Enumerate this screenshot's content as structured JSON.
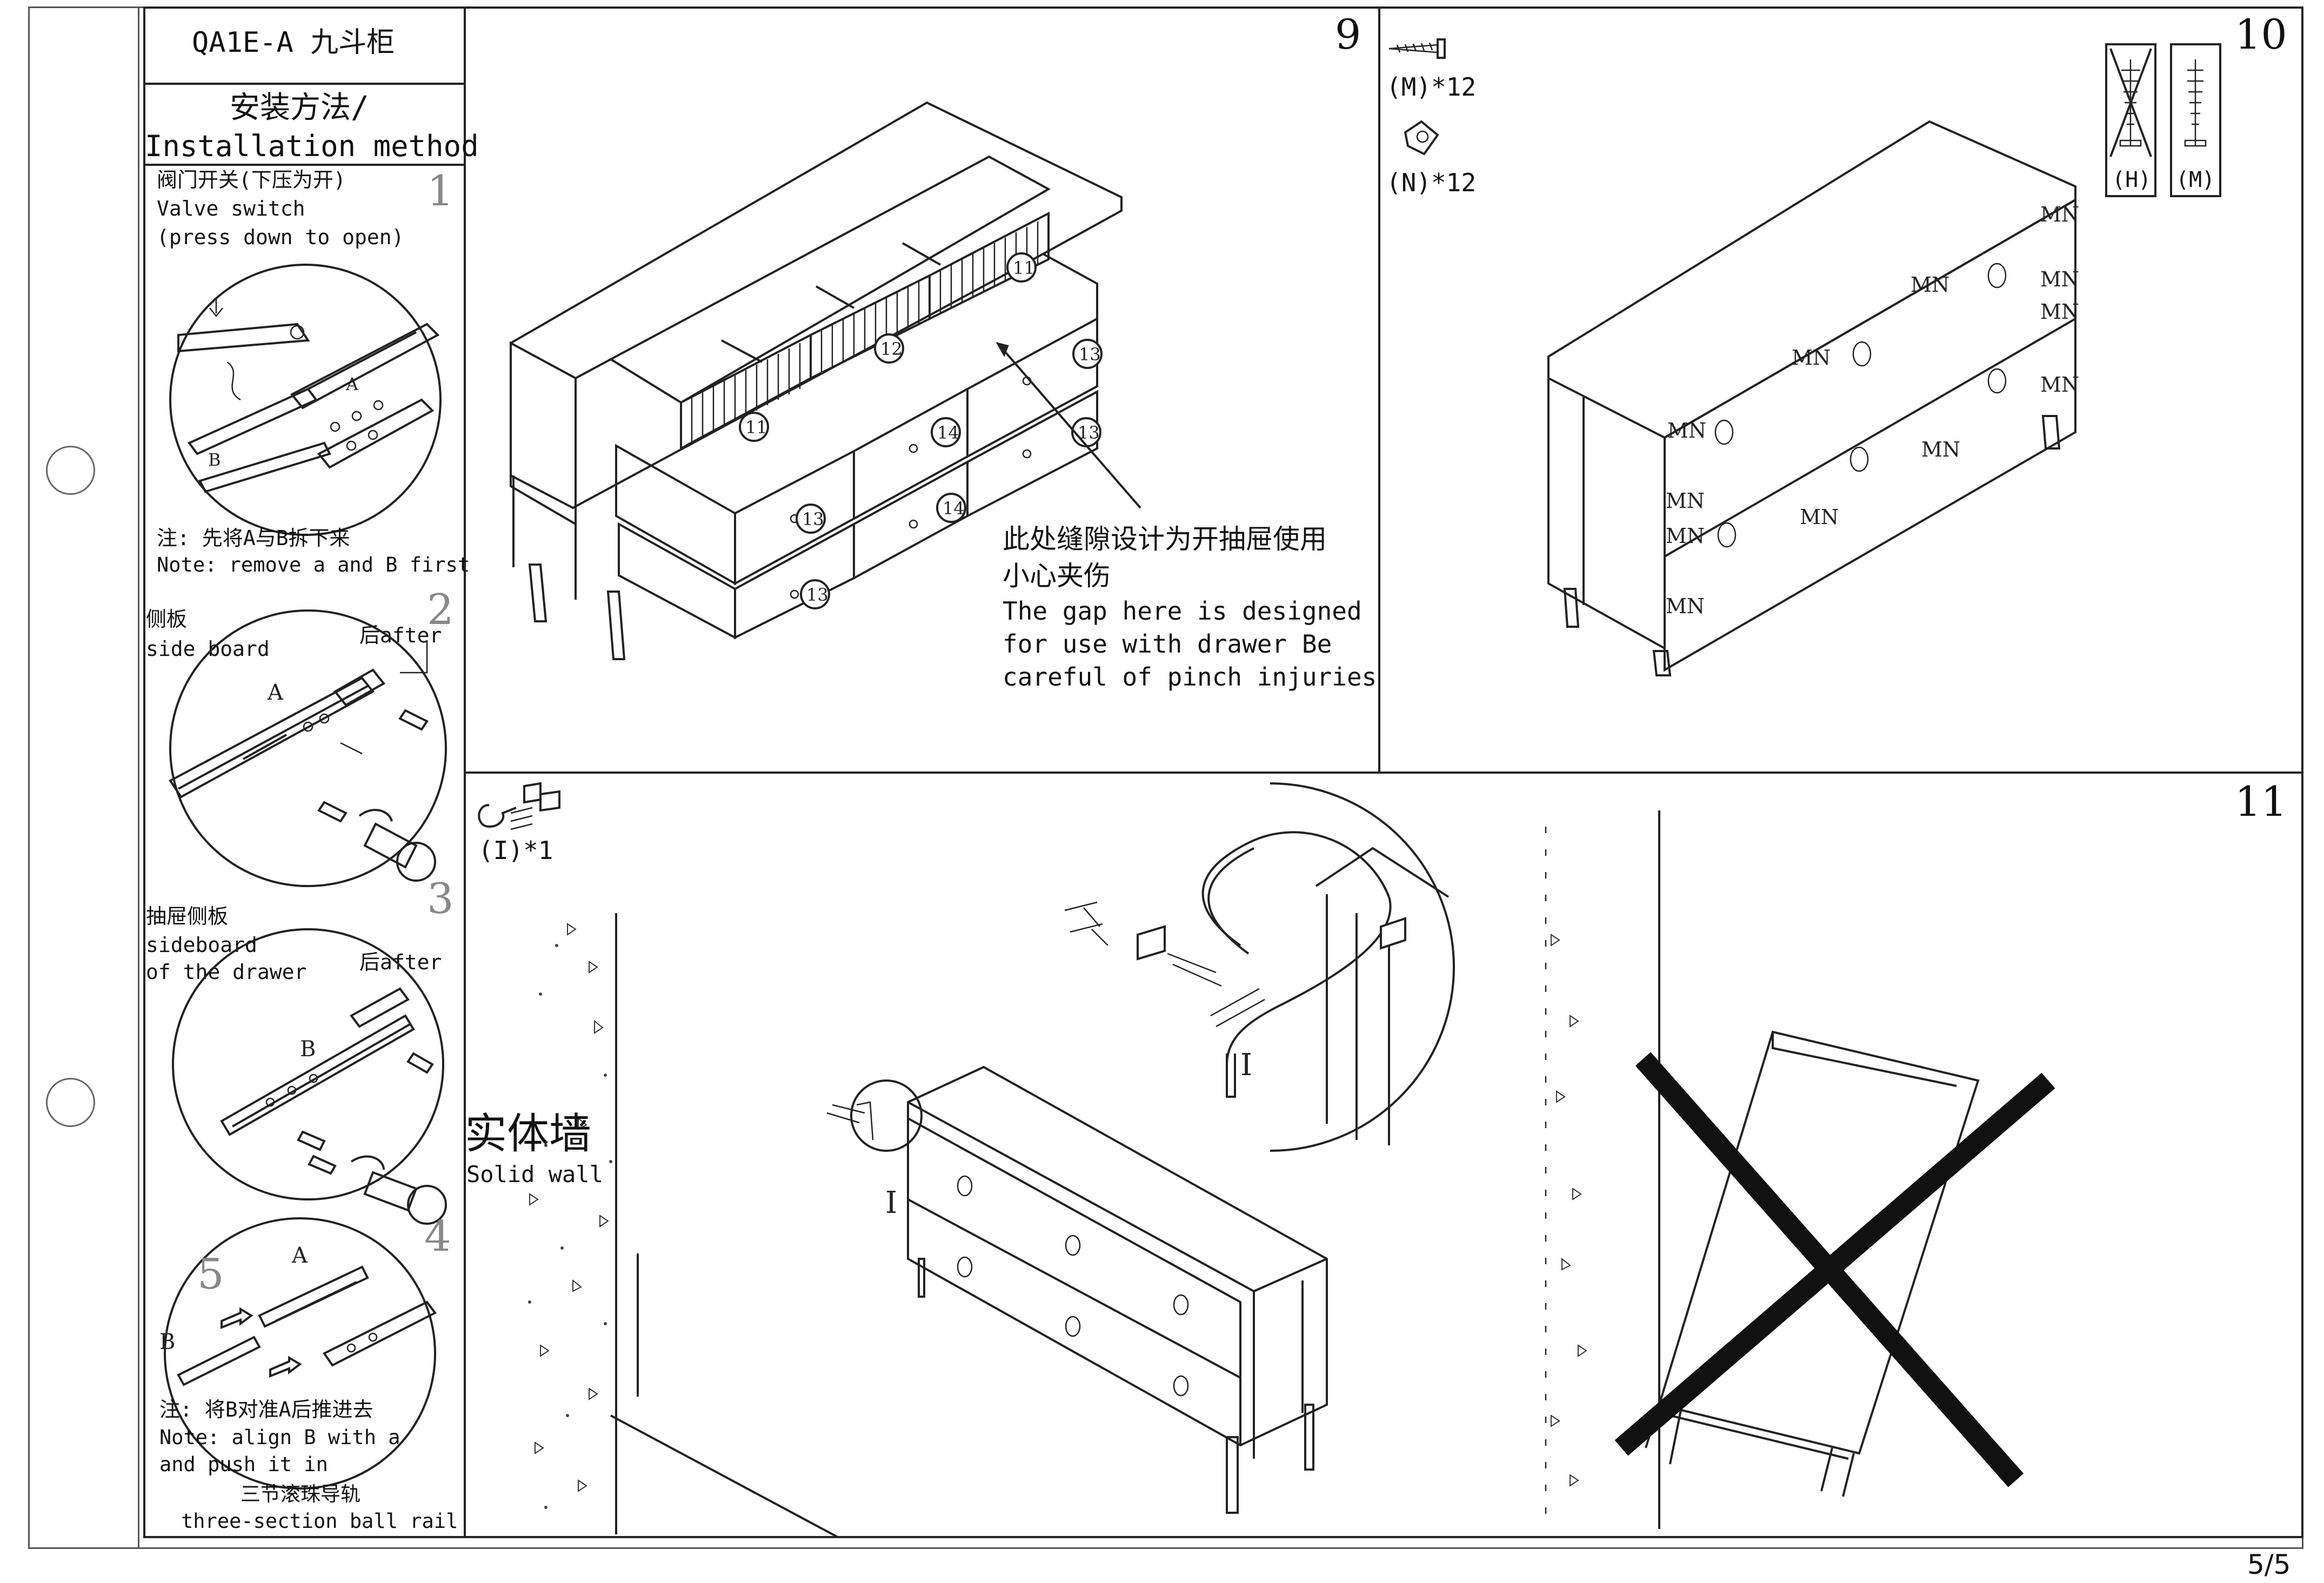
{
  "header": {
    "model": "QA1E-A 九斗柜",
    "method_cn": "安装方法/",
    "method_en": "Installation method"
  },
  "side_steps": [
    {
      "num": "1",
      "cn": "阀门开关(下压为开)",
      "en1": "Valve switch",
      "en2": "(press down to open)",
      "label_a": "A",
      "label_b": "B",
      "note_cn": "注: 先将A与B拆下来",
      "note_en": "Note: remove a and B first"
    },
    {
      "num": "2",
      "cn": "侧板",
      "en": "side board",
      "after": "后after",
      "label_a": "A"
    },
    {
      "num": "3",
      "cn": "抽屉侧板",
      "en1": "sideboard",
      "en2": "of the drawer",
      "after": "后after",
      "label_b": "B"
    },
    {
      "num": "4",
      "num2": "5",
      "label_a": "A",
      "label_b": "B",
      "note_cn": "注: 将B对准A后推进去",
      "note_en1": "Note: align B with a",
      "note_en2": "and push it in",
      "rail_cn": "三节滚珠导轨",
      "rail_en": "three-section ball rail"
    }
  ],
  "step9": {
    "num": "9",
    "callouts": [
      "11",
      "12",
      "11",
      "13",
      "14",
      "13",
      "13",
      "14",
      "13"
    ],
    "note_cn1": "此处缝隙设计为开抽屉使用",
    "note_cn2": "小心夹伤",
    "note_en1": "The gap here is designed",
    "note_en2": "for use with drawer Be",
    "note_en3": "careful of pinch injuries"
  },
  "step10": {
    "num": "10",
    "parts": [
      {
        "code": "(M)*12"
      },
      {
        "code": "(N)*12"
      }
    ],
    "boxes": [
      {
        "code": "(H)"
      },
      {
        "code": "(M)"
      }
    ],
    "mn_label": "MN"
  },
  "step11": {
    "num": "11",
    "part": "(I)*1",
    "wall_cn": "实体墙",
    "wall_en": "Solid wall",
    "detail_label": "I"
  },
  "footer": {
    "page": "5/5"
  }
}
